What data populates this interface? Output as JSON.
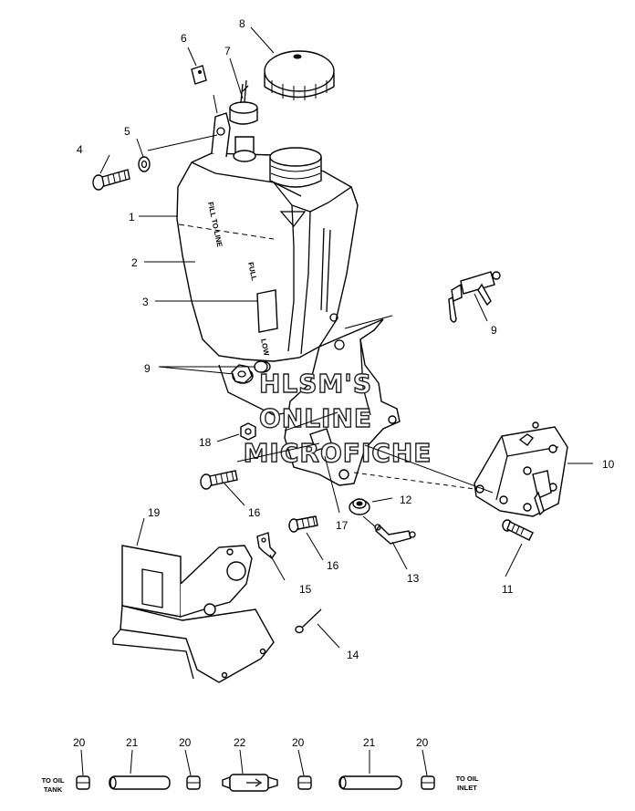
{
  "callouts": {
    "c1": "1",
    "c2": "2",
    "c3": "3",
    "c4": "4",
    "c5": "5",
    "c6": "6",
    "c7": "7",
    "c8": "8",
    "c9a": "9",
    "c9b": "9",
    "c10": "10",
    "c11": "11",
    "c12": "12",
    "c13": "13",
    "c14": "14",
    "c15": "15",
    "c16a": "16",
    "c16b": "16",
    "c17": "17",
    "c18": "18",
    "c19": "19",
    "c20a": "20",
    "c20b": "20",
    "c20c": "20",
    "c20d": "20",
    "c21a": "21",
    "c21b": "21",
    "c22": "22"
  },
  "tank_decals": {
    "fill_to_line": "FILL TO LINE",
    "full": "FULL",
    "low": "LOW"
  },
  "hose_labels": {
    "to_oil_tank_1": "TO OIL",
    "to_oil_tank_2": "TANK",
    "to_oil_inlet_1": "TO OIL",
    "to_oil_inlet_2": "INLET"
  },
  "watermark": {
    "line1": "HLSM'S",
    "line2": "ONLINE",
    "line3": "MICROFICHE"
  }
}
